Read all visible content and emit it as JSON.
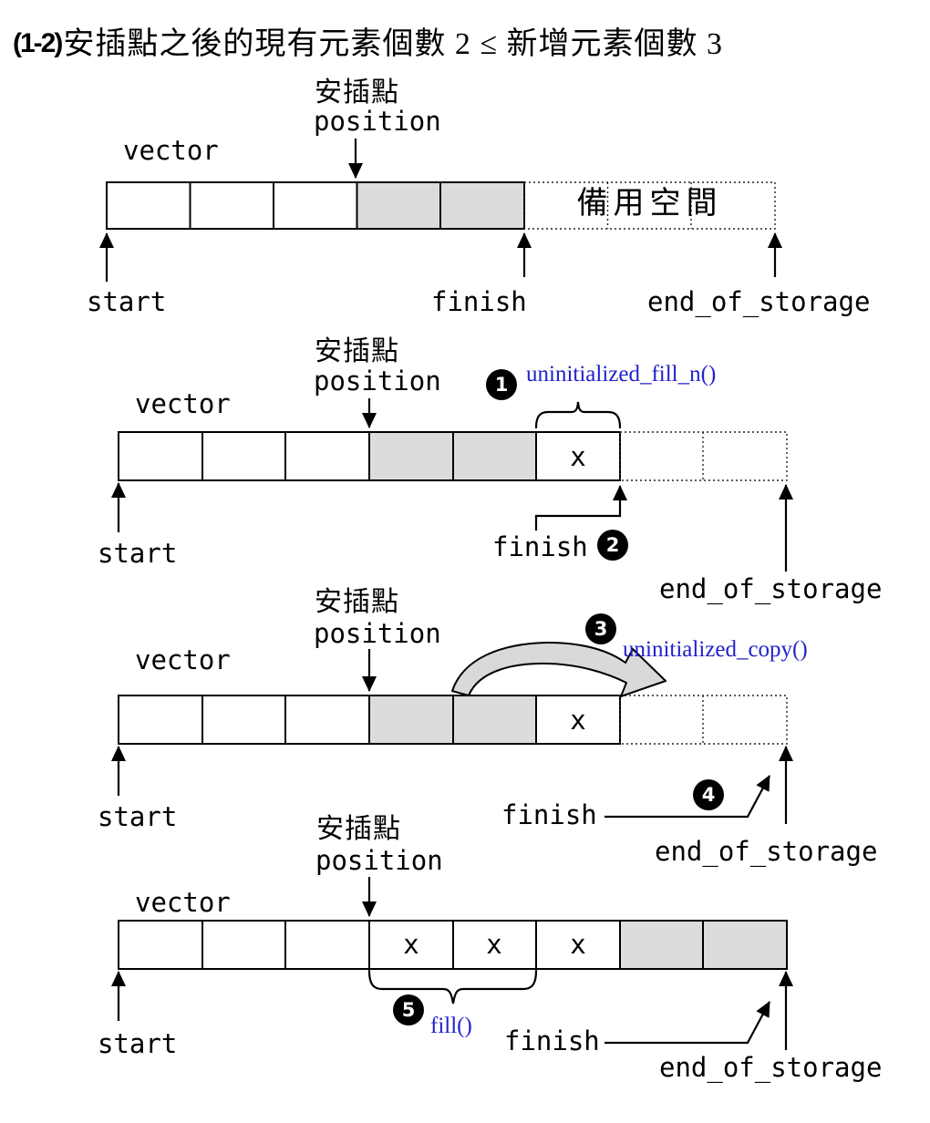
{
  "title": {
    "prefix": "(1-2)",
    "body": "安插點之後的現有元素個數 2 ≤ 新增元素個數 3"
  },
  "labels": {
    "vector": "vector",
    "start": "start",
    "finish": "finish",
    "end_of_storage": "end_of_storage",
    "position": "position",
    "insert_point": "安插點",
    "spare_space": "備用空間",
    "element_x": "x"
  },
  "functions": {
    "uninitialized_fill_n": "uninitialized_fill_n()",
    "uninitialized_copy": "uninitialized_copy()",
    "fill": "fill()"
  },
  "steps": {
    "s1": "1",
    "s2": "2",
    "s3": "3",
    "s4": "4",
    "s5": "5"
  },
  "colors": {
    "accent_blue": "#2222cc",
    "cell_gray": "#dcdcdc",
    "arrow_fill": "#d9d9d9"
  },
  "icons": {
    "position_arrow": "down-arrow",
    "pointer_arrow": "up-arrow",
    "copy_arrow": "curved-right-arrow",
    "range_brace": "curly-brace"
  }
}
